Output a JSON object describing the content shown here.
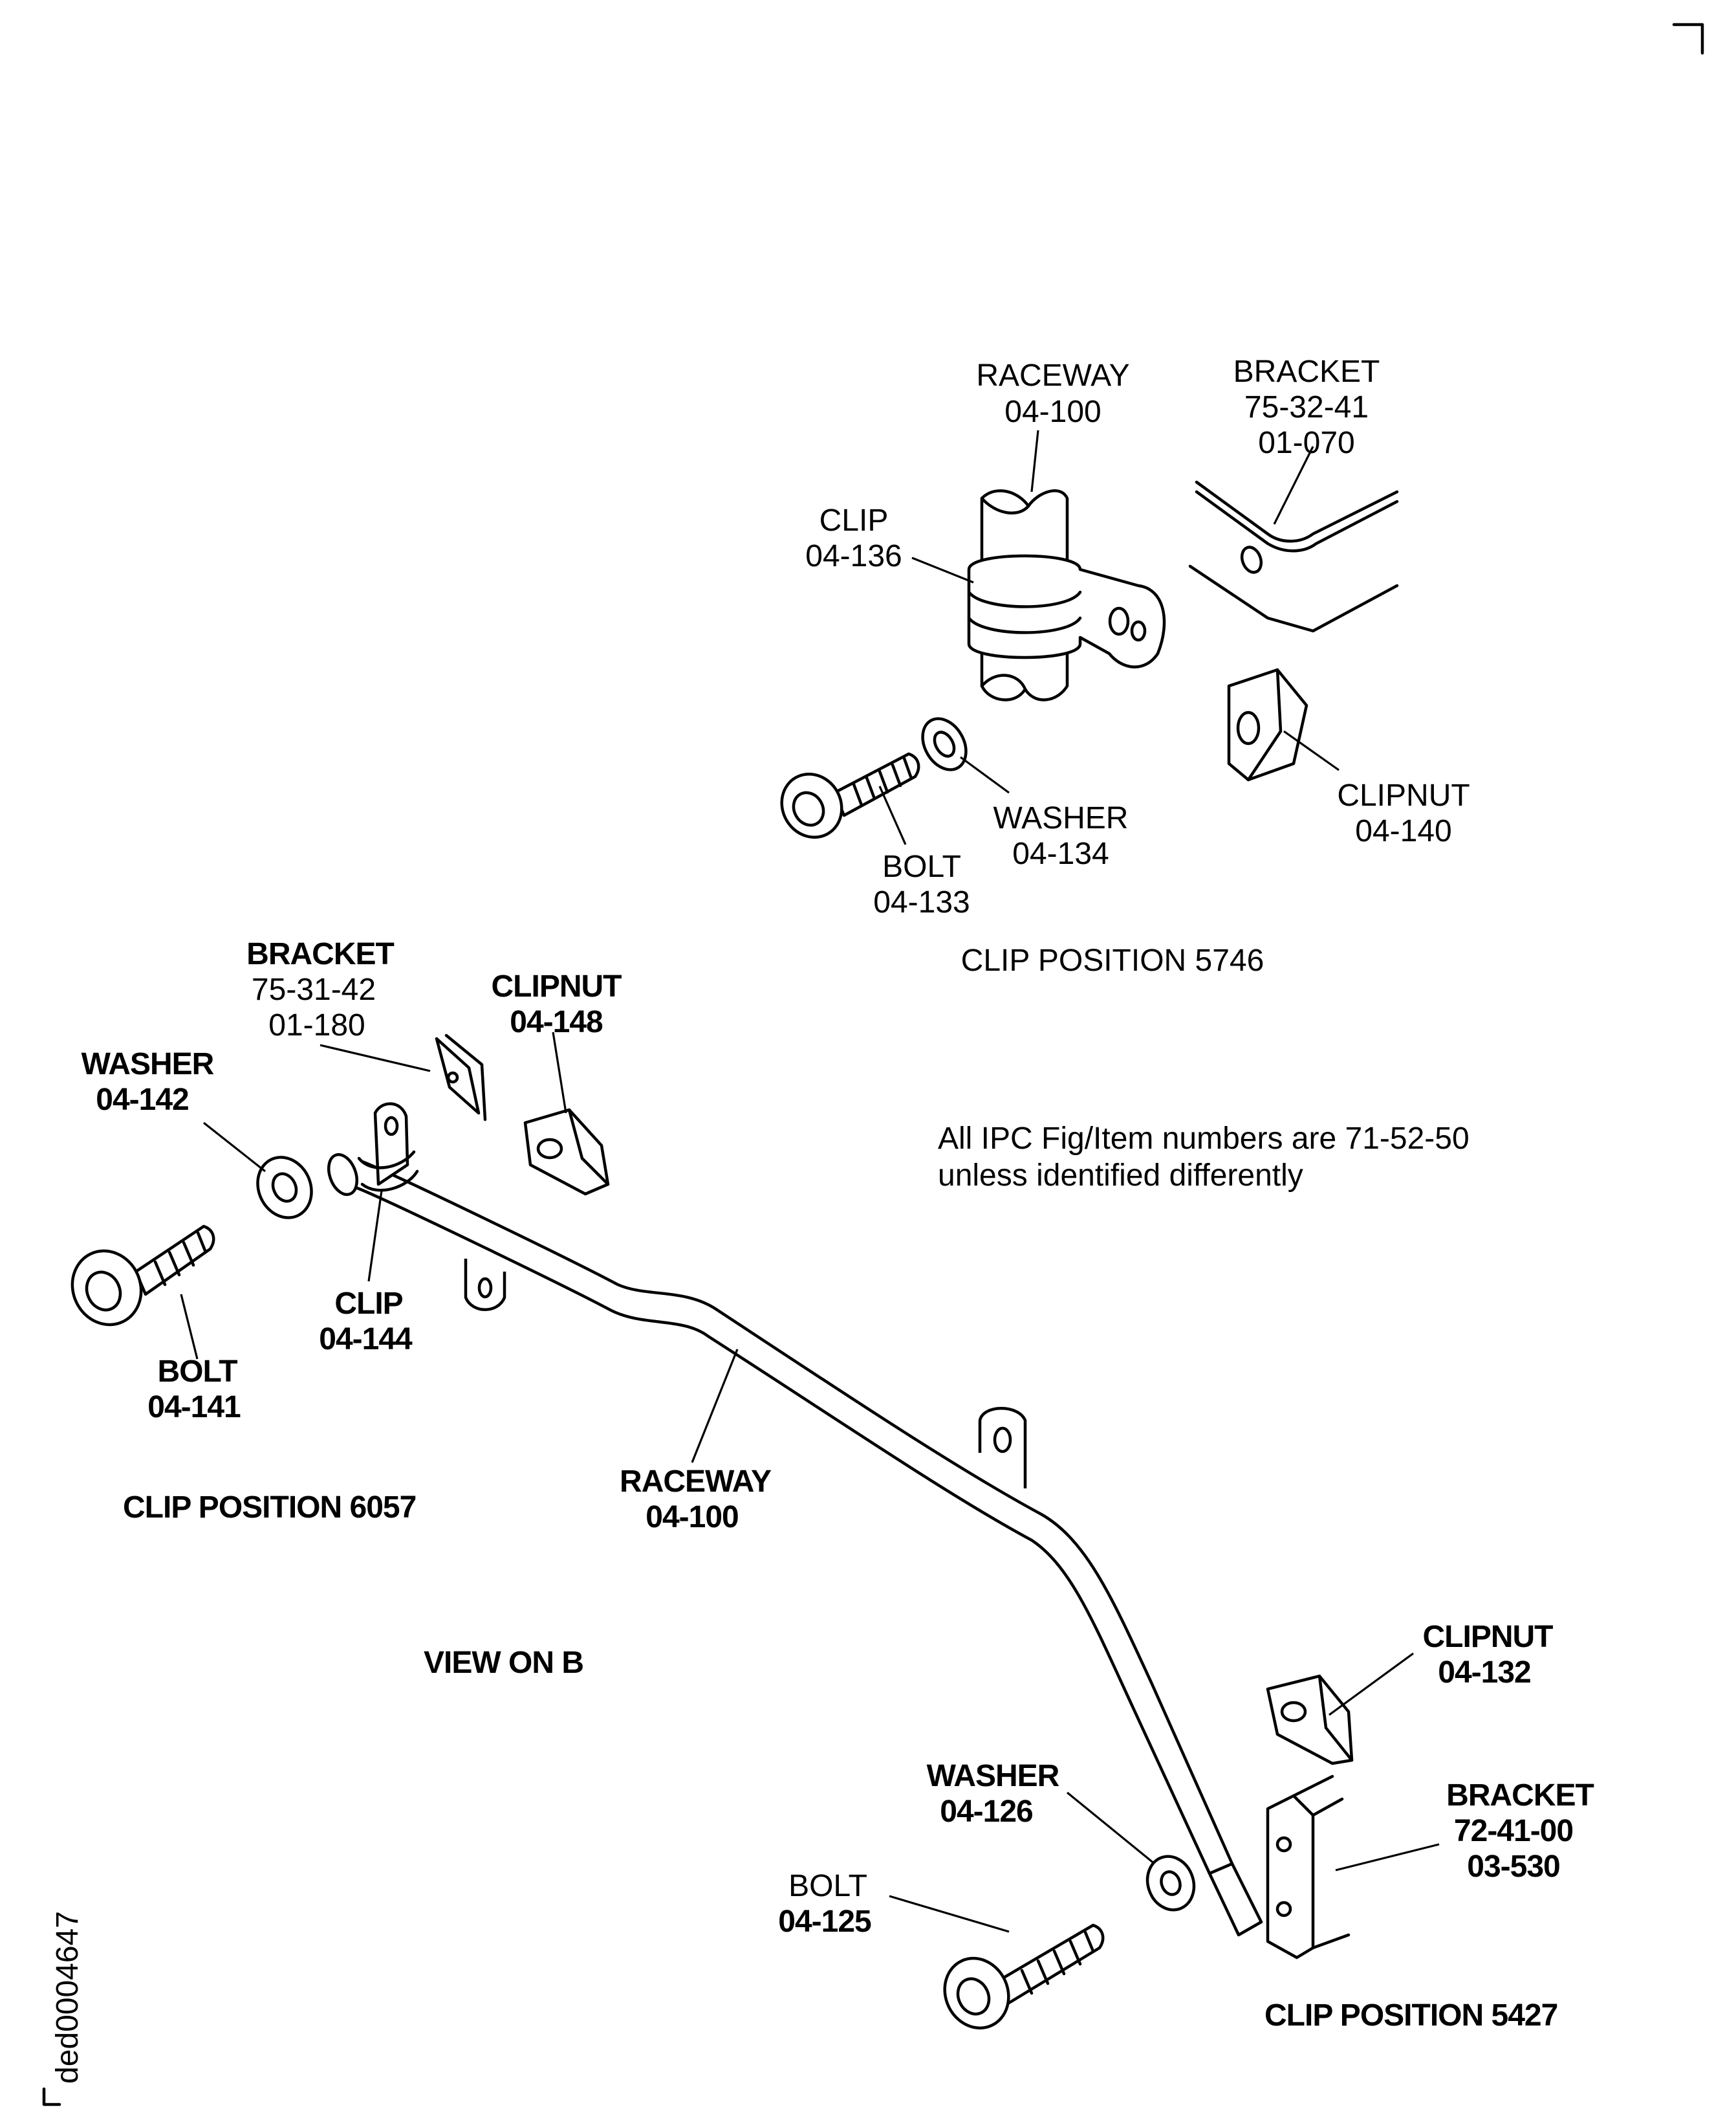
{
  "drawing_id": "ded0004647",
  "note": {
    "line1": "All IPC Fig/Item numbers are 71-52-50",
    "line2": "unless identified differently"
  },
  "view_title": "VIEW ON B",
  "positions": {
    "p5746": {
      "title": "CLIP POSITION 5746",
      "raceway": {
        "name": "RACEWAY",
        "num": "04-100"
      },
      "bracket": {
        "name": "BRACKET",
        "ref": "75-32-41",
        "num": "01-070"
      },
      "clip": {
        "name": "CLIP",
        "num": "04-136"
      },
      "washer": {
        "name": "WASHER",
        "num": "04-134"
      },
      "bolt": {
        "name": "BOLT",
        "num": "04-133"
      },
      "clipnut": {
        "name": "CLIPNUT",
        "num": "04-140"
      }
    },
    "p6057": {
      "title": "CLIP POSITION 6057",
      "bracket": {
        "name": "BRACKET",
        "ref": "75-31-42",
        "num": "01-180"
      },
      "clipnut": {
        "name": "CLIPNUT",
        "num": "04-148"
      },
      "washer": {
        "name": "WASHER",
        "num": "04-142"
      },
      "clip": {
        "name": "CLIP",
        "num": "04-144"
      },
      "bolt": {
        "name": "BOLT",
        "num": "04-141"
      },
      "raceway": {
        "name": "RACEWAY",
        "num": "04-100"
      }
    },
    "p5427": {
      "title": "CLIP POSITION 5427",
      "clipnut": {
        "name": "CLIPNUT",
        "num": "04-132"
      },
      "washer": {
        "name": "WASHER",
        "num": "04-126"
      },
      "bracket": {
        "name": "BRACKET",
        "ref": "72-41-00",
        "num": "03-530"
      },
      "bolt": {
        "name": "BOLT",
        "num": "04-125"
      }
    }
  }
}
